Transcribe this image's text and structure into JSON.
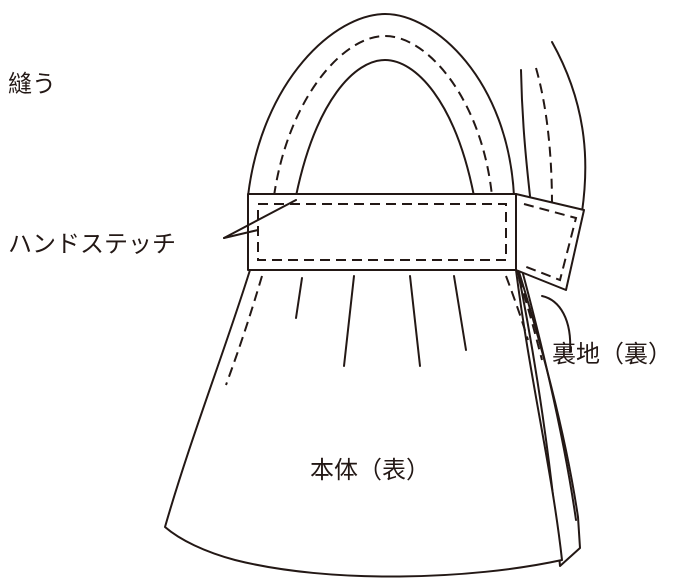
{
  "labels": {
    "top_left_fragment": "縫う",
    "hand_stitch": "ハンドステッチ",
    "lining": "裏地（裏）",
    "body": "本体（表）"
  },
  "colors": {
    "line": "#231815",
    "background": "#ffffff"
  }
}
